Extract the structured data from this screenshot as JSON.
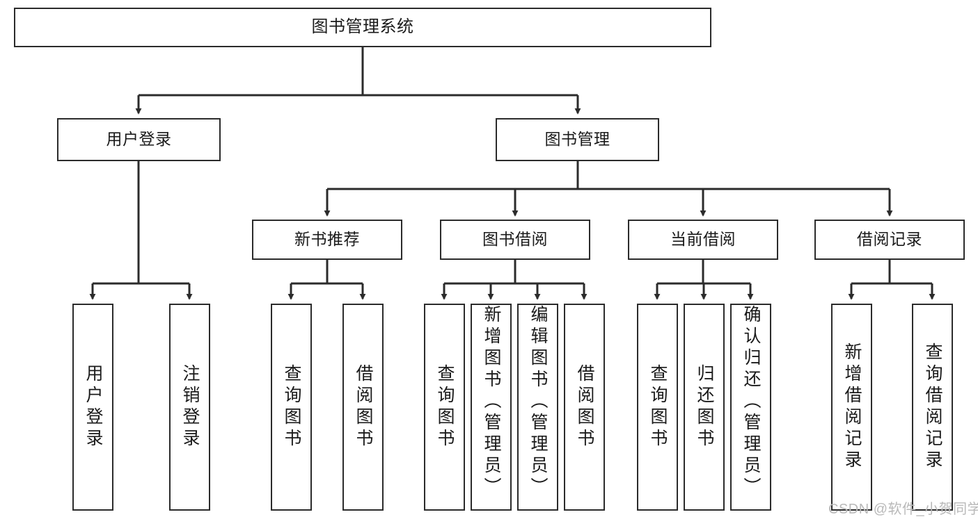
{
  "diagram": {
    "title_node": {
      "label": "图书管理系统"
    },
    "level1": [
      {
        "id": "user-login",
        "label": "用户登录"
      },
      {
        "id": "book-management",
        "label": "图书管理"
      }
    ],
    "level2": [
      {
        "id": "new-book-recommend",
        "label": "新书推荐"
      },
      {
        "id": "book-borrow",
        "label": "图书借阅"
      },
      {
        "id": "current-borrow",
        "label": "当前借阅"
      },
      {
        "id": "borrow-record",
        "label": "借阅记录"
      }
    ],
    "leaves": {
      "user_login": [
        {
          "id": "leaf-user-login",
          "label": "用户登录"
        },
        {
          "id": "leaf-logout-login",
          "label": "注销登录"
        }
      ],
      "new_book_recommend": [
        {
          "id": "leaf-query-book-1",
          "label": "查询图书"
        },
        {
          "id": "leaf-borrow-book-1",
          "label": "借阅图书"
        }
      ],
      "book_borrow": [
        {
          "id": "leaf-query-book-2",
          "label": "查询图书"
        },
        {
          "id": "leaf-add-book",
          "label": "新增图书（管理员）"
        },
        {
          "id": "leaf-edit-book",
          "label": "编辑图书（管理员）"
        },
        {
          "id": "leaf-borrow-book-2",
          "label": "借阅图书"
        }
      ],
      "current_borrow": [
        {
          "id": "leaf-query-book-3",
          "label": "查询图书"
        },
        {
          "id": "leaf-return-book",
          "label": "归还图书"
        },
        {
          "id": "leaf-confirm-return",
          "label": "确认归还（管理员）"
        }
      ],
      "borrow_record": [
        {
          "id": "leaf-add-record",
          "label": "新增借阅记录"
        },
        {
          "id": "leaf-query-record",
          "label": "查询借阅记录"
        }
      ]
    }
  },
  "watermark": {
    "text": "CSDN @软件_小贺同学"
  },
  "colors": {
    "stroke": "#2b2b2b",
    "fill": "#ffffff",
    "text": "#1a1a1a",
    "watermark": "#b9b9b9"
  }
}
